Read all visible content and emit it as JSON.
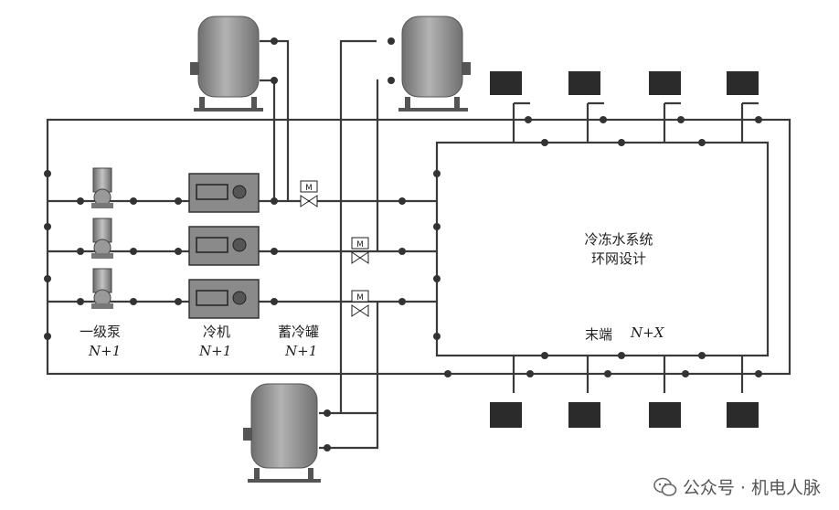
{
  "diagram": {
    "loop_title_line1": "冷冻水系统",
    "loop_title_line2": "环网设计",
    "terminal_label": "末端",
    "terminal_count": "N+X",
    "pump_label": "一级泵",
    "pump_count": "N+1",
    "chiller_label": "冷机",
    "chiller_count": "N+1",
    "tank_label": "蓄冷罐",
    "tank_count": "N+1",
    "valve_letter": "M"
  },
  "watermark": {
    "text": "公众号 · 机电人脉",
    "icon": "wechat-icon"
  },
  "colors": {
    "pipe": "#3a3a3a",
    "equipment": "#808080",
    "terminal_unit": "#2b2b2b",
    "background": "#ffffff"
  }
}
